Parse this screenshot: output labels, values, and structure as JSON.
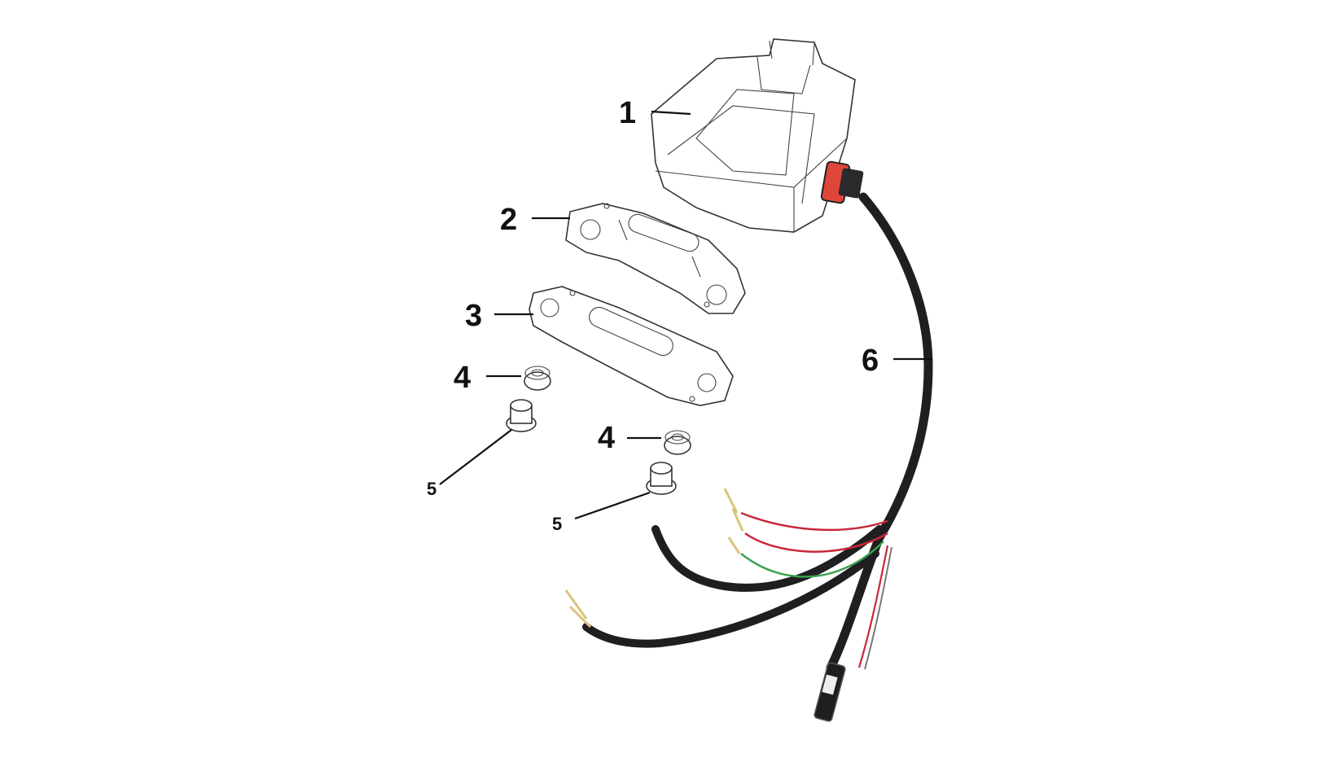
{
  "callouts": {
    "p1": "1",
    "p2": "2",
    "p3": "3",
    "p4a": "4",
    "p4b": "4",
    "p5a": "5",
    "p5b": "5",
    "p6": "6"
  },
  "colors": {
    "cable": "#1f1f22",
    "connector_red": "#e0453a",
    "wire_red": "#c8283a",
    "wire_green": "#3aa24f",
    "terminal": "#d9c47a"
  }
}
